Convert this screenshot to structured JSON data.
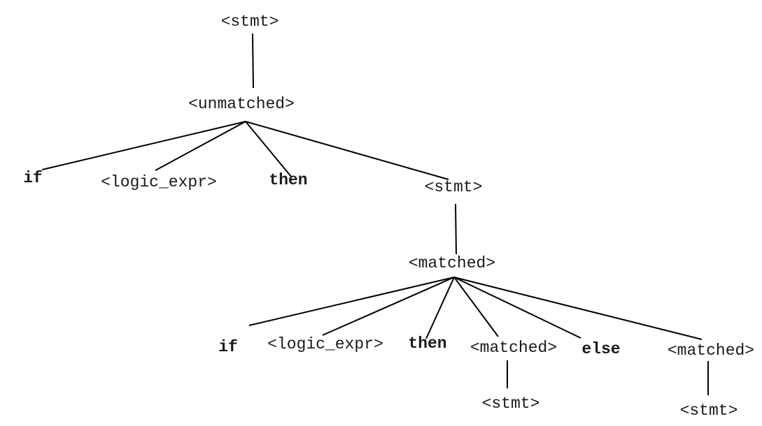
{
  "colors": {
    "nonterminal": "#1a1a1a",
    "keyword_outer": "#5b2a86",
    "keyword_inner": "#e8141b",
    "edge": "#000000"
  },
  "nodes": {
    "stmt_root": "<stmt>",
    "unmatched": "<unmatched>",
    "if_outer": "if",
    "logic_expr_outer": "<logic_expr>",
    "then_outer": "then",
    "stmt_mid": "<stmt>",
    "matched_main": "<matched>",
    "if_inner": "if",
    "logic_expr_inner": "<logic_expr>",
    "then_inner": "then",
    "matched_left": "<matched>",
    "else_inner": "else",
    "matched_right": "<matched>",
    "stmt_leaf_left": "<stmt>",
    "stmt_leaf_right": "<stmt>"
  }
}
